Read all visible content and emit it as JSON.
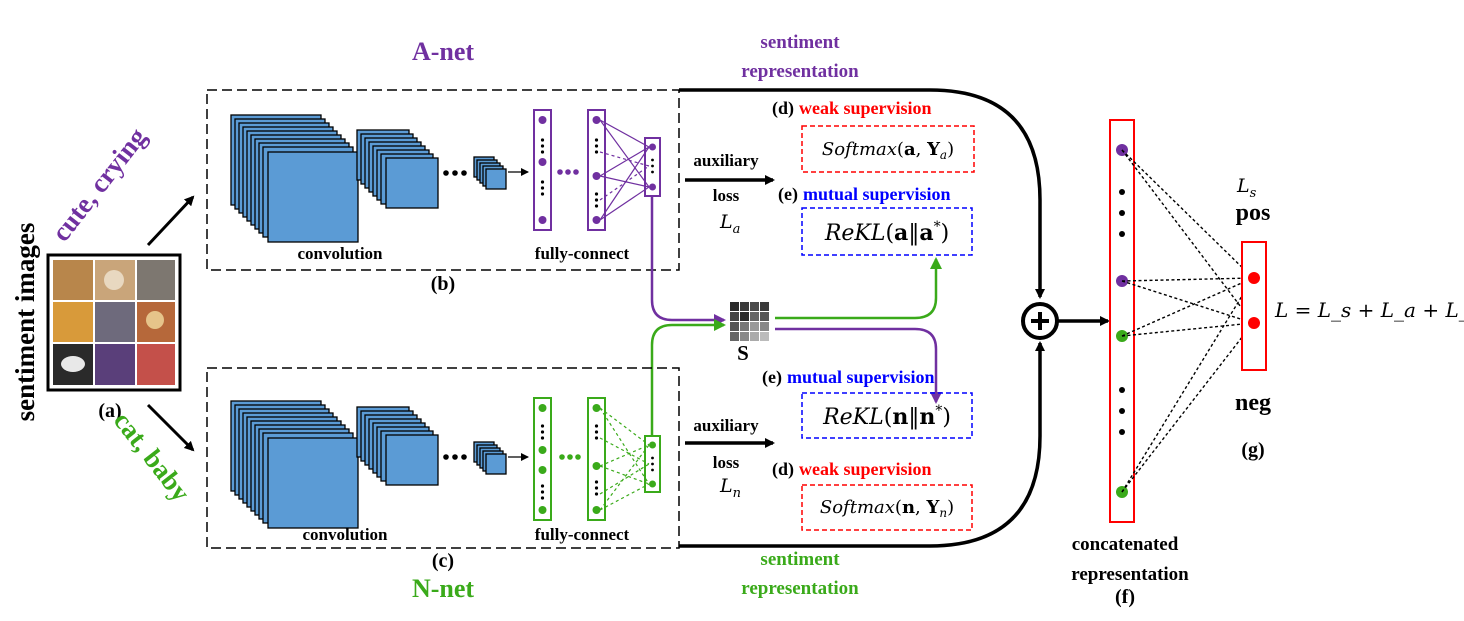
{
  "colors": {
    "purple": "#7030a0",
    "green": "#3aaa1a",
    "red": "#ff0000",
    "blue": "#0000ff",
    "cnn_fill": "#5b9bd5",
    "black": "#000000"
  },
  "icons": {
    "concat": "circle-plus-icon",
    "similarity": "grid-matrix-icon"
  },
  "input": {
    "vertical_label": "sentiment images",
    "label": "(a)",
    "adjectives": "cute, crying",
    "nouns": "cat, baby"
  },
  "a_net": {
    "title": "A-net",
    "convolution": "convolution",
    "fully_connect": "fully-connect",
    "label": "(b)",
    "aux_loss_line1": "auxiliary",
    "aux_loss_line2": "loss",
    "aux_loss_symbol": "L",
    "aux_loss_sub": "a",
    "rep_line1": "sentiment",
    "rep_line2": "representation"
  },
  "n_net": {
    "title": "N-net",
    "convolution": "convolution",
    "fully_connect": "fully-connect",
    "label": "(c)",
    "aux_loss_line1": "auxiliary",
    "aux_loss_line2": "loss",
    "aux_loss_symbol": "L",
    "aux_loss_sub": "n",
    "rep_line1": "sentiment",
    "rep_line2": "representation"
  },
  "similarity": {
    "label": "S"
  },
  "supervision": {
    "weak_a": {
      "tag": "(d)",
      "title": "weak supervision",
      "fn": "Softmax",
      "arg1": "a",
      "arg2": "Y",
      "arg2_sub": "a"
    },
    "mutual_a": {
      "tag": "(e)",
      "title": "mutual supervision",
      "fn": "ReKL",
      "arg1": "a",
      "arg2": "a",
      "sup": "*"
    },
    "mutual_n": {
      "tag": "(e)",
      "title": "mutual supervision",
      "fn": "ReKL",
      "arg1": "n",
      "arg2": "n",
      "sup": "*"
    },
    "weak_n": {
      "tag": "(d)",
      "title": "weak supervision",
      "fn": "Softmax",
      "arg1": "n",
      "arg2": "Y",
      "arg2_sub": "n"
    }
  },
  "fusion": {
    "concat_line1": "concatenated",
    "concat_line2": "representation",
    "label_f": "(f)"
  },
  "output": {
    "loss_symbol": "L",
    "loss_sub": "s",
    "pos": "pos",
    "neg": "neg",
    "label_g": "(g)",
    "total_loss": "L = L_s + L_a + L_n"
  }
}
